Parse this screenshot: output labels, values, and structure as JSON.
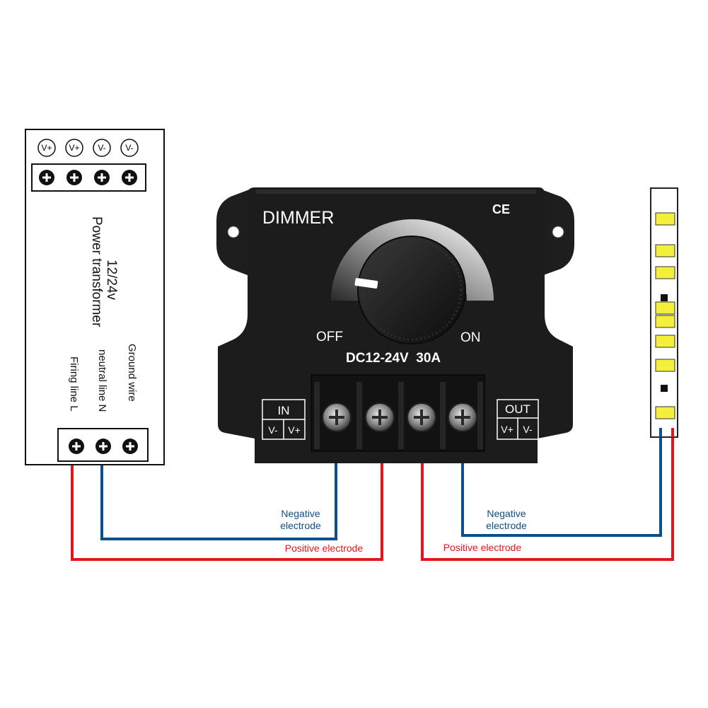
{
  "colors": {
    "negative_wire": "#0b4f8c",
    "positive_wire": "#e8141c",
    "dimmer_body": "#1c1c1c",
    "led_yellow": "#f4ef3a",
    "led_strip_bg": "#ffffff"
  },
  "power_supply": {
    "title_line1": "12/24v",
    "title_line2": "Power transformer",
    "output_terminals": [
      "V+",
      "V+",
      "V-",
      "V-"
    ],
    "input_labels": {
      "ground": "Ground wire",
      "neutral": "neutral line N",
      "firing": "Firing line L"
    }
  },
  "dimmer": {
    "title": "DIMMER",
    "ce_mark": "CE",
    "off_label": "OFF",
    "on_label": "ON",
    "rating": "DC12-24V  30A",
    "in_block": {
      "title": "IN",
      "neg": "V-",
      "pos": "V+"
    },
    "out_block": {
      "title": "OUT",
      "pos": "V+",
      "neg": "V-"
    }
  },
  "wire_labels": {
    "left_negative_1": "Negative",
    "left_negative_2": "electrode",
    "left_positive": "Positive electrode",
    "right_negative_1": "Negative",
    "right_negative_2": "electrode",
    "right_positive": "Positive electrode"
  },
  "icons": {
    "screw_terminal": "plus-screw-icon",
    "mount_hole": "mount-hole-icon",
    "knob": "rotary-knob-icon"
  }
}
